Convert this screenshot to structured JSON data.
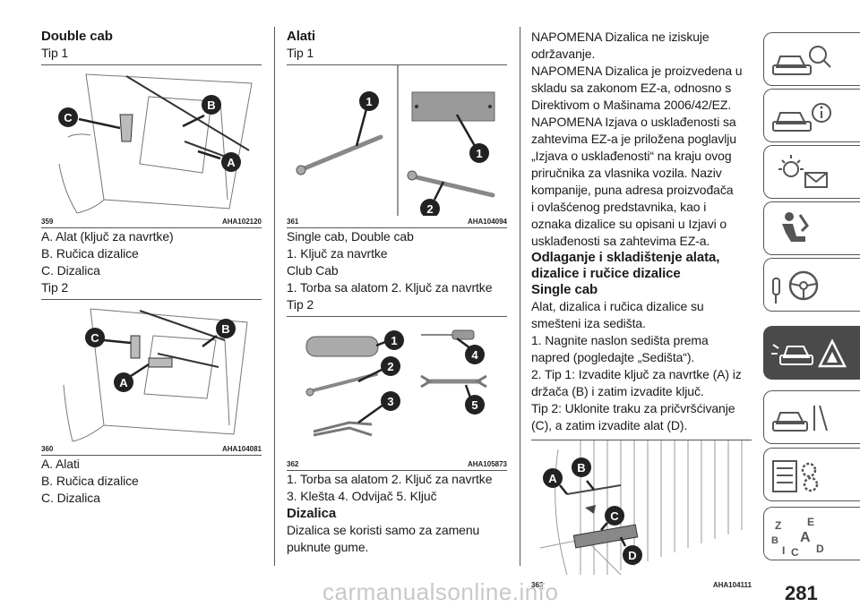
{
  "col1": {
    "heading": "Double cab",
    "tip1": "Tip 1",
    "fig359": {
      "number": "359",
      "code": "AHA102120"
    },
    "items1": [
      "A. Alat (ključ za navrtke)",
      "B. Ručica dizalice",
      "C. Dizalica"
    ],
    "tip2": "Tip 2",
    "fig360": {
      "number": "360",
      "code": "AHA104081"
    },
    "items2": [
      "A. Alati",
      "B. Ručica dizalice",
      "C. Dizalica"
    ]
  },
  "col2": {
    "heading": "Alati",
    "tip1": "Tip 1",
    "fig361": {
      "number": "361",
      "code": "AHA104094"
    },
    "lines1": [
      "Single cab, Double cab",
      "1. Ključ za navrtke",
      "Club Cab",
      "1. Torba sa alatom 2. Ključ za navrtke"
    ],
    "tip2": "Tip 2",
    "fig362": {
      "number": "362",
      "code": "AHA105873"
    },
    "lines2": [
      "1. Torba sa alatom 2. Ključ za navrtke",
      "3. Klešta 4. Odvijač 5. Ključ"
    ],
    "heading2": "Dizalica",
    "para": [
      "Dizalica se koristi samo za zamenu",
      "puknute gume."
    ]
  },
  "col3": {
    "para1": [
      "NAPOMENA Dizalica ne iziskuje",
      "održavanje."
    ],
    "para2": [
      "NAPOMENA Dizalica je proizvedena u",
      "skladu sa zakonom EZ-a, odnosno s",
      "Direktivom o Mašinama 2006/42/EZ."
    ],
    "para3": [
      "NAPOMENA Izjava o usklađenosti sa",
      "zahtevima EZ-a je priložena poglavlju",
      "„Izjava o usklađenosti“ na kraju ovog",
      "priručnika za vlasnika vozila. Naziv",
      "kompanije, puna adresa proizvođača",
      "i ovlašćenog predstavnika, kao i",
      "oznaka dizalice su opisani u Izjavi o",
      "usklađenosti sa zahtevima EZ-a."
    ],
    "heading": [
      "Odlaganje i skladištenje alata,",
      "dizalice i ručice dizalice"
    ],
    "subheading": "Single cab",
    "para4": [
      "Alat, dizalica i ručica dizalice su",
      "smešteni iza sedišta."
    ],
    "para5": [
      "1. Nagnite naslon sedišta prema",
      "napred (pogledajte „Sedišta“)."
    ],
    "para6": [
      "2. Tip 1: Izvadite ključ za navrtke (A) iz",
      "držača (B) i zatim izvadite ključ."
    ],
    "para7": [
      "Tip 2: Uklonite traku za pričvršćivanje",
      "(C), a zatim izvadite alat (D)."
    ],
    "fig363": {
      "number": "363",
      "code": "AHA104111"
    }
  },
  "callouts": {
    "a": "A",
    "b": "B",
    "c": "C",
    "d": "D",
    "n1": "1",
    "n2": "2",
    "n3": "3",
    "n4": "4",
    "n5": "5"
  },
  "page_number": "281",
  "watermark": "carmanualsonline.info",
  "tabs": [
    {
      "icon": "car-search-icon"
    },
    {
      "icon": "car-info-icon"
    },
    {
      "icon": "warning-lights-message-icon"
    },
    {
      "icon": "seat-airbag-icon"
    },
    {
      "icon": "steering-wheel-key-icon"
    },
    {
      "icon": "car-breakdown-warning-icon",
      "active": true
    },
    {
      "icon": "car-service-tools-icon"
    },
    {
      "icon": "specs-gears-icon"
    },
    {
      "icon": "alphabet-index-icon"
    }
  ],
  "colors": {
    "text": "#1a1a1a",
    "rule": "#555555",
    "callout": "#222222",
    "tab_active": "#4a4a4a"
  }
}
